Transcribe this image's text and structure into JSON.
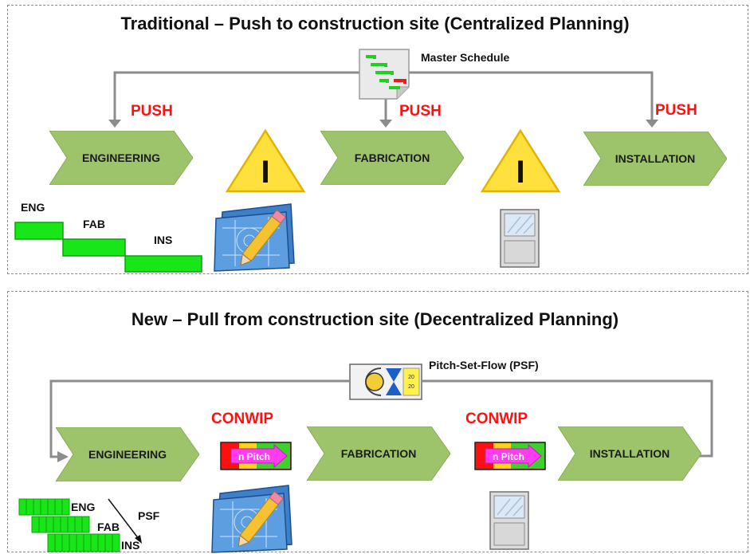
{
  "top": {
    "title": "Traditional – Push to construction site (Centralized Planning)",
    "schedule_label": "Master Schedule",
    "push_label": "PUSH",
    "inventory_glyph": "I",
    "stages": [
      "ENGINEERING",
      "FABRICATION",
      "INSTALLATION"
    ],
    "timeline": [
      "ENG",
      "FAB",
      "INS"
    ]
  },
  "bottom": {
    "title": "New – Pull from construction site (Decentralized Planning)",
    "psf_label": "Pitch-Set-Flow (PSF)",
    "conwip_label": "CONWIP",
    "pitch_label": "n Pitch",
    "stages": [
      "ENGINEERING",
      "FABRICATION",
      "INSTALLATION"
    ],
    "timeline": [
      "ENG",
      "FAB",
      "INS"
    ],
    "psf_arrow_label": "PSF",
    "board_numbers": [
      "20",
      "20"
    ]
  },
  "colors": {
    "chevron": "#9dc36b",
    "push_text": "#ff1010",
    "bar_green": "#19e619",
    "warning_yellow": "#ffe03c",
    "flow_arrow": "#8c8c8c"
  },
  "icons": [
    "gantt-chart-icon",
    "blueprint-pencil-icon",
    "window-icon",
    "warning-triangle-icon",
    "pitch-board-icon",
    "conwip-signal-icon"
  ]
}
